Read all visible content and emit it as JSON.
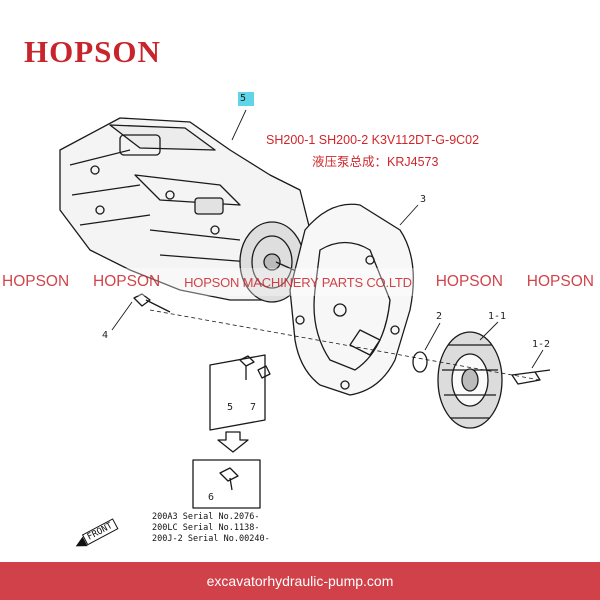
{
  "brand": {
    "logo": "HOPSON"
  },
  "title": {
    "line1": "SH200-1 SH200-2 K3V112DT-G-9C02",
    "line2": "液压泵总成：KRJ4573"
  },
  "watermark": {
    "items": [
      "HOPSON",
      "HOPSON",
      "HOPSON MACHINERY PARTS CO.LTD",
      "HOPSON",
      "HOPSON"
    ]
  },
  "callouts": {
    "c5_top": "5",
    "c3": "3",
    "c4": "4",
    "c2": "2",
    "c1_1": "1-1",
    "c1_2": "1-2",
    "c5": "5",
    "c7": "7",
    "c6": "6"
  },
  "serial_notes": [
    "200A3 Serial No.2076-",
    "200LC Serial No.1138-",
    "200J-2 Serial No.00240-"
  ],
  "front_label": "FRONT",
  "footer": {
    "url": "excavatorhydraulic-pump.com"
  },
  "colors": {
    "brand_red": "#c8242b",
    "footer_bg": "#d1414a",
    "highlight": "#5fd6e8"
  }
}
